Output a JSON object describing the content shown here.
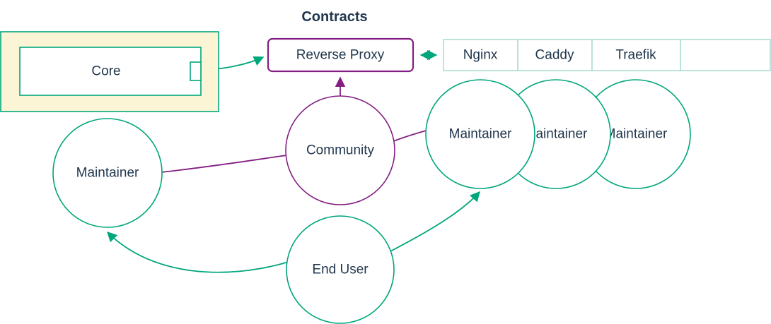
{
  "diagram": {
    "title": "Contracts",
    "colors": {
      "teal": "#00A67C",
      "purple": "#831F82",
      "text": "#21374D",
      "core_fill": "#FBF5D5",
      "node_fill": "#FFFFFF",
      "cell_border": "#9AD6C9"
    },
    "nodes": {
      "core": {
        "label": "Core"
      },
      "reverse_proxy": {
        "label": "Reverse Proxy"
      },
      "proxy_row": {
        "cells": [
          "Nginx",
          "Caddy",
          "Traefik",
          ""
        ]
      },
      "community": {
        "label": "Community"
      },
      "maintainer_left": {
        "label": "Maintainer"
      },
      "maintainers_right": [
        "Maintainer",
        "Maintainer",
        "Maintainer"
      ],
      "end_user": {
        "label": "End User"
      }
    },
    "edges": [
      {
        "from": "core",
        "to": "reverse_proxy",
        "style": "arrow",
        "color": "teal"
      },
      {
        "from": "reverse_proxy",
        "to": "proxy_row",
        "style": "double-arrow",
        "color": "teal"
      },
      {
        "from": "community",
        "to": "reverse_proxy",
        "style": "arrow",
        "color": "purple"
      },
      {
        "from": "community",
        "to": "maintainer_left",
        "style": "line",
        "color": "purple"
      },
      {
        "from": "community",
        "to": "maintainers_right",
        "style": "line",
        "color": "purple"
      },
      {
        "from": "end_user",
        "to": "maintainer_left",
        "style": "arrow",
        "color": "teal"
      },
      {
        "from": "end_user",
        "to": "maintainers_right",
        "style": "arrow",
        "color": "teal"
      }
    ]
  }
}
